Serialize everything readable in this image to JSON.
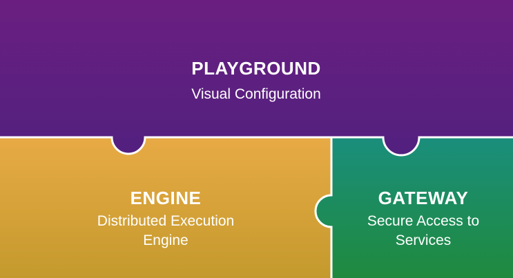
{
  "pieces": {
    "playground": {
      "title": "PLAYGROUND",
      "subtitle": "Visual Configuration"
    },
    "engine": {
      "title": "ENGINE",
      "subtitle": "Distributed Execution Engine"
    },
    "gateway": {
      "title": "GATEWAY",
      "subtitle": "Secure Access to Services"
    }
  },
  "colors": {
    "playground_top": "#6a1f80",
    "playground_bottom": "#52207f",
    "engine_top": "#e8aa45",
    "engine_bottom": "#c49a2d",
    "gateway_top": "#1a8e7c",
    "gateway_bottom": "#1f8a3e",
    "divider": "#ffffff"
  }
}
